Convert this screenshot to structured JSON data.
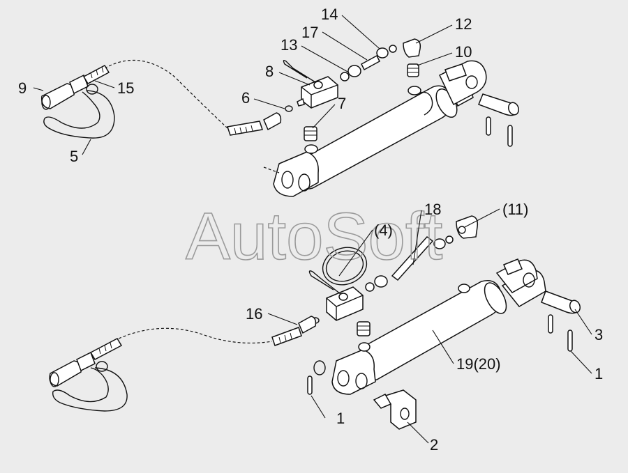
{
  "watermark": "AutoSoft",
  "labels": {
    "l14": "14",
    "l12": "12",
    "l17": "17",
    "l13": "13",
    "l10": "10",
    "l8": "8",
    "l9": "9",
    "l15": "15",
    "l6": "6",
    "l7": "7",
    "l5": "5",
    "l18": "18",
    "l11": "(11)",
    "l4": "(4)",
    "l16": "16",
    "l3": "3",
    "l19": "19(20)",
    "l1a": "1",
    "l1b": "1",
    "l2": "2"
  }
}
